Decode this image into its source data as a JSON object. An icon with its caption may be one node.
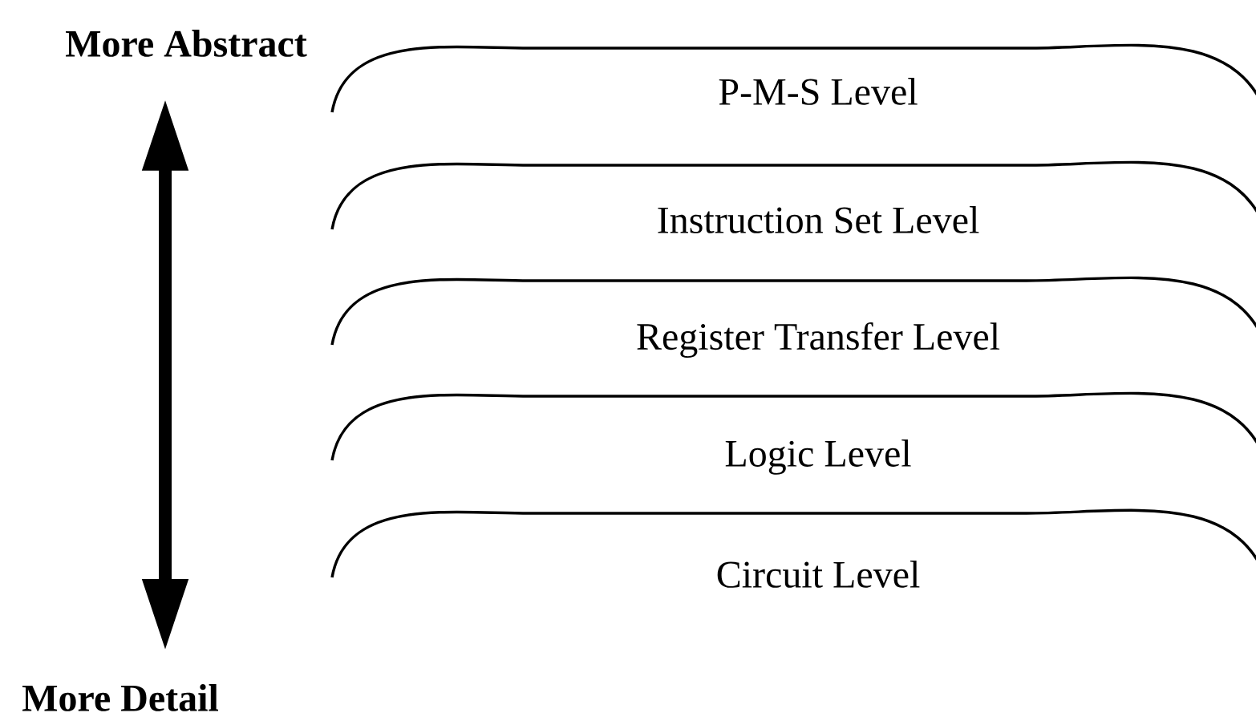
{
  "diagram": {
    "nodes": [
      {
        "text": [
          "P-M-S Level"
        ]
      },
      {
        "text": [
          "Instruction Set Level"
        ]
      },
      {
        "text": [
          "Register Transfer Level"
        ]
      },
      {
        "text": [
          "Logic Level"
        ]
      },
      {
        "text": [
          "Circuit Level"
        ]
      },
      {
        "text": [
          "More Abstract"
        ]
      },
      {
        "text": [
          "More Detail"
        ]
      }
    ],
    "edges": [
      {
        "from": 5,
        "to": 6,
        "arrow": "both"
      }
    ]
  }
}
